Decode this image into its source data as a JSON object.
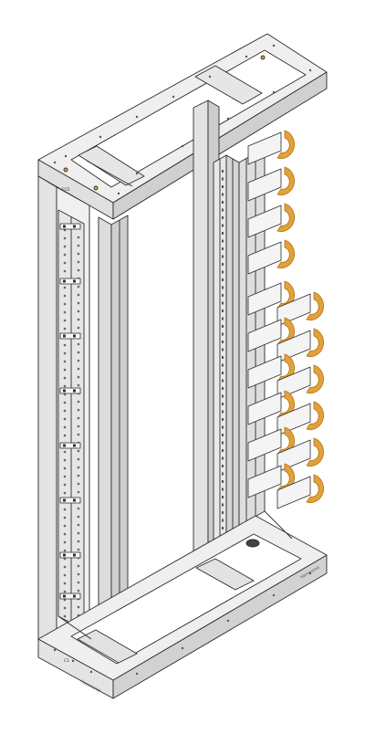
{
  "drawing": {
    "subject": "open-frame equipment rack with cable management spools",
    "label_top_left": "ECE",
    "label_bottom_left": "C1",
    "label_base_front": "Hammond",
    "label_base_right": "Hammond",
    "spool_count_single": 4,
    "spool_count_double": 6,
    "colors": {
      "outline": "#2b2b2b",
      "frame_face": "#e9e9e9",
      "frame_shade": "#cfcfcf",
      "frame_dark": "#b7b7b7",
      "spool_orange": "#e2a13a",
      "spool_orange_dark": "#b77818",
      "spool_body": "#f4f4f4"
    }
  }
}
